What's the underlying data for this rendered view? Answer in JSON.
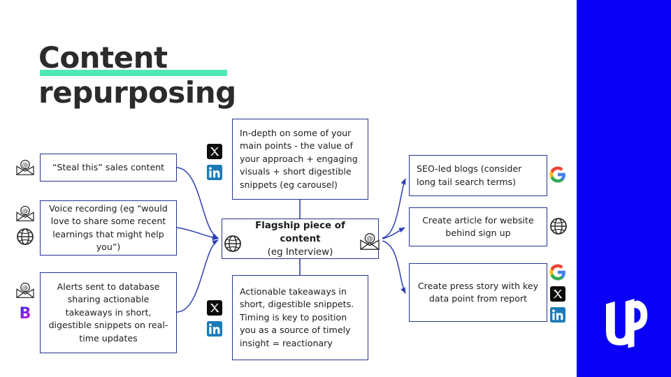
{
  "title": {
    "line1": "Content",
    "line2": "repurposing",
    "rule_color": "#4fe9b6",
    "text_color": "#2b2b2b"
  },
  "brand": {
    "panel_color": "#0a00f5",
    "logo_text": "UP",
    "logo_color": "#ffffff"
  },
  "theme": {
    "box_border": "#26348c",
    "connector": "#2b3fb5",
    "body_text": "#1c1c1c"
  },
  "nodes": {
    "steal": {
      "text": "“Steal this” sales content",
      "align": "center",
      "icons": [
        "email-icon"
      ]
    },
    "voice": {
      "text": "Voice recording (eg “would love to share some recent learnings that might help you”)",
      "align": "center",
      "icons": [
        "email-icon",
        "globe-icon"
      ]
    },
    "alerts": {
      "text": "Alerts sent to database sharing actionable takeaways in short, digestible snippets on real-time updates",
      "align": "center",
      "icons": [
        "email-icon",
        "beehiiv-icon"
      ]
    },
    "indepth": {
      "text": "In-depth on some of your main points - the value of your approach + engaging visuals + short digestible snippets (eg carousel)",
      "align": "left",
      "icons": [
        "x-twitter-icon",
        "linkedin-icon"
      ]
    },
    "flagship": {
      "title": "Flagship piece of content",
      "subtitle": "(eg Interview)",
      "icons": [
        "globe-icon",
        "email-icon"
      ]
    },
    "actionable": {
      "text": "Actionable takeaways in short, digestible snippets. Timing is key to position you as a source of timely insight = reactionary",
      "align": "left",
      "icons": [
        "x-twitter-icon",
        "linkedin-icon"
      ]
    },
    "seo": {
      "text": "SEO-led blogs (consider long tail search terms)",
      "align": "left",
      "icons": [
        "google-icon"
      ]
    },
    "article": {
      "text": "Create article for website behind sign up",
      "align": "center",
      "icons": [
        "globe-icon"
      ]
    },
    "press": {
      "text": "Create press story with key data point from report",
      "align": "center",
      "icons": [
        "google-icon",
        "x-twitter-icon",
        "linkedin-icon"
      ]
    }
  },
  "connections": [
    {
      "from": "steal",
      "to": "flagship"
    },
    {
      "from": "voice",
      "to": "flagship"
    },
    {
      "from": "alerts",
      "to": "flagship"
    },
    {
      "from": "indepth",
      "to": "flagship"
    },
    {
      "from": "actionable",
      "to": "flagship"
    },
    {
      "from": "flagship",
      "to": "seo"
    },
    {
      "from": "flagship",
      "to": "article"
    },
    {
      "from": "flagship",
      "to": "press"
    }
  ]
}
